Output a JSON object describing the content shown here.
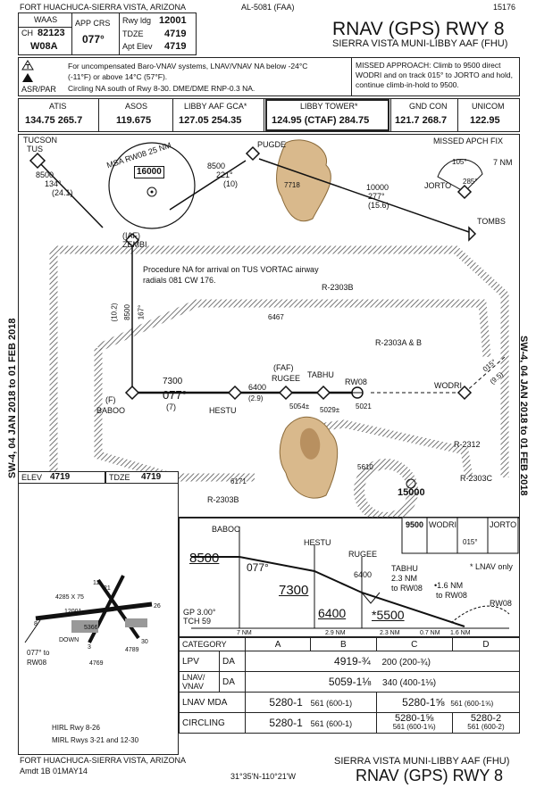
{
  "header": {
    "city_state": "FORT HUACHUCA-SIERRA VISTA, ARIZONA",
    "chart_id": "AL-5081 (FAA)",
    "chart_number": "15176",
    "title": "RNAV (GPS) RWY 8",
    "airport": "SIERRA VISTA MUNI-LIBBY AAF (FHU)",
    "waas_label": "WAAS",
    "ch_label": "CH",
    "ch_value": "82123",
    "waas_id": "W08A",
    "app_crs_label": "APP CRS",
    "app_crs": "077°",
    "rwy_ldg_label": "Rwy ldg",
    "rwy_ldg": "12001",
    "tdze_label": "TDZE",
    "tdze": "4719",
    "apt_elev_label": "Apt Elev",
    "apt_elev": "4719"
  },
  "notes": {
    "line1": "For uncompensated Baro-VNAV systems, LNAV/VNAV NA below -24°C",
    "line2": "(-11°F) or above 14°C (57°F).",
    "line3": "Circling NA south of Rwy 8-30.  DME/DME RNP-0.3 NA.",
    "asr_par": "ASR/PAR",
    "missed_approach": "MISSED APPROACH:  Climb to 9500 direct WODRI and on track 015° to JORTO and hold, continue climb-in-hold to 9500."
  },
  "comms": [
    {
      "name": "ATIS",
      "freq": "134.75  265.7"
    },
    {
      "name": "ASOS",
      "freq": "119.675"
    },
    {
      "name": "LIBBY AAF GCA*",
      "freq": "127.05  254.35"
    },
    {
      "name": "LIBBY TOWER*",
      "freq": "124.95 (CTAF)  284.75"
    },
    {
      "name": "GND CON",
      "freq": "121.7  268.7"
    },
    {
      "name": "UNICOM",
      "freq": "122.95"
    }
  ],
  "plan": {
    "tucson": "TUCSON",
    "tus": "TUS",
    "msa_label": "MSA RW08 25 NM",
    "msa_alt": "16000",
    "pugde": "PUGDE",
    "tombs": "TOMBS",
    "iaf": "(IAF)",
    "zembi": "ZEMBI",
    "missed_fix_title": "MISSED APCH FIX",
    "jorto": "JORTO",
    "hold_nm": "7 NM",
    "hold_in": "105°",
    "hold_out": "285°",
    "leg_tus": "8500",
    "leg_tus_crs": "134°",
    "leg_tus_dist": "(24.1)",
    "leg_pugde": "8500",
    "leg_pugde_crs": "221°",
    "leg_pugde_dist": "(10)",
    "leg_tombs": "10000",
    "leg_tombs_crs": "277°",
    "leg_tombs_dist": "(15.6)",
    "spot_7718": "7718",
    "tus_note": "Procedure NA for arrival on TUS VORTAC airway radials 081 CW 176.",
    "r2303b": "R-2303B",
    "r2303ab": "R-2303A & B",
    "r2303c": "R-2303C",
    "r2312": "R-2312",
    "leg_zembi": "8500",
    "leg_zembi_crs": "167°",
    "leg_zembi_dist": "(10.2)",
    "spot_6467": "6467",
    "f_label": "(F)",
    "baboo": "BABOO",
    "alt_7300": "7300",
    "crs_077": "077°",
    "dist_7": "(7)",
    "hestu": "HESTU",
    "alt_6400": "6400",
    "dist_29": "(2.9)",
    "faf": "(FAF)",
    "rugee": "RUGEE",
    "tabhu": "TABHU",
    "rw08": "RW08",
    "wodri": "WODRI",
    "crs_015": "015°",
    "dist_95": "(9.5)",
    "spot_5054": "5054±",
    "spot_5029": "5029±",
    "spot_5021": "5021",
    "spot_5610": "5610",
    "spot_6171": "6171",
    "circle_alt": "15000",
    "side_text": "SW-4,  04 JAN 2018  to  01 FEB 2018"
  },
  "airport_diagram": {
    "elev_label": "ELEV",
    "elev": "4719",
    "tdze_label": "TDZE",
    "tdze": "4719",
    "rwy_dims": "4285 X 75",
    "len_12001": "12001",
    "len_5366": "5366",
    "down": "DOWN",
    "spot_4789": "4789",
    "spot_4769": "4769",
    "rw_21": "21",
    "rw_12": "12",
    "rw_26": "26",
    "rw_3": "3",
    "rw_8": "8",
    "rw_30": "30",
    "crs_to": "077° to",
    "crs_rw08": "RW08",
    "hirl": "HIRL Rwy 8-26",
    "mirl": "MIRL Rwys 3-21 and 12-30"
  },
  "profile": {
    "baboo": "BABOO",
    "hestu": "HESTU",
    "rugee": "RUGEE",
    "alt_8500": "8500",
    "crs_077": "077°",
    "alt_7300": "7300",
    "alt_6400": "6400",
    "alt_5500": "*5500",
    "gp": "GP 3.00°",
    "tch": "TCH 59",
    "tabhu": "TABHU",
    "tabhu_dist": "2.3 NM",
    "tabhu_to": "to RW08",
    "to_rw08_16": "•1.6 NM",
    "to_rw08_16b": "to RW08",
    "rw08": "RW08",
    "dist_7": "7 NM",
    "dist_29": "2.9 NM",
    "dist_7b": "0.7 NM",
    "dist_16": "1.6 NM",
    "dist_23": "2.3 NM",
    "lnav_only": "* LNAV only",
    "hold_alt": "9500",
    "hold_wodri": "WODRI",
    "hold_crs": "015°",
    "hold_jorto": "JORTO"
  },
  "minimums": {
    "category_label": "CATEGORY",
    "cats": [
      "A",
      "B",
      "C",
      "D"
    ],
    "rows": [
      {
        "name": "LPV",
        "sub": "DA",
        "ab": "4919-¾",
        "ab_note": "200 (200-¾)",
        "cd": "",
        "cd_note": ""
      },
      {
        "name": "LNAV/ VNAV",
        "sub": "DA",
        "ab": "5059-1⅛",
        "ab_note": "340 (400-1⅛)",
        "cd": "",
        "cd_note": ""
      },
      {
        "name": "LNAV MDA",
        "sub": "",
        "ab": "5280-1",
        "ab_note": "561 (600-1)",
        "cd": "5280-1⅝",
        "cd_note": "561 (600-1⅝)"
      },
      {
        "name": "CIRCLING",
        "sub": "",
        "ab": "5280-1",
        "ab_note": "561 (600-1)",
        "cd": "5280-1⅝",
        "cd_note": "561 (600-1⅝)",
        "d": "5280-2",
        "d_note": "561 (600-2)"
      }
    ]
  },
  "footer": {
    "city_state": "FORT HUACHUCA-SIERRA VISTA, ARIZONA",
    "amdt": "Amdt 1B  01MAY14",
    "coords": "31°35'N-110°21'W",
    "airport": "SIERRA VISTA MUNI-LIBBY AAF (FHU)",
    "title": "RNAV (GPS) RWY 8"
  }
}
